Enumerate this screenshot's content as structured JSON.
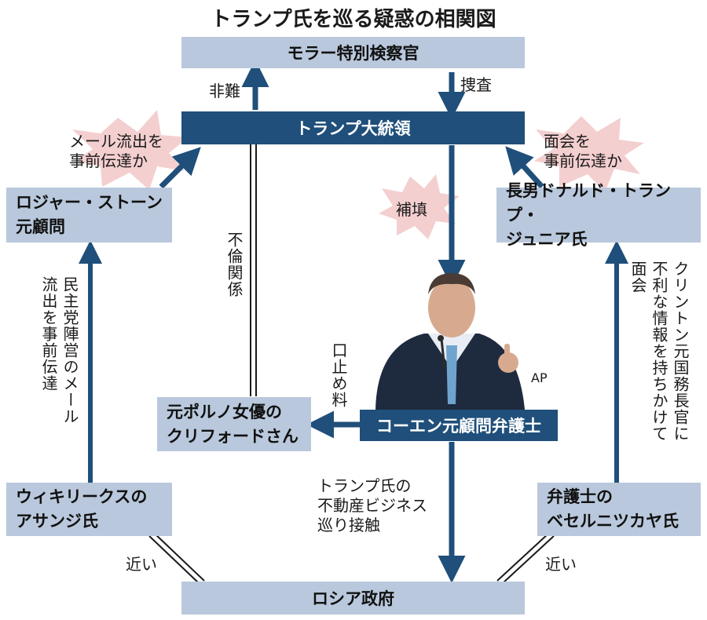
{
  "title": "トランプ氏を巡る疑惑の相関図",
  "nodes": {
    "mueller": "モラー特別検察官",
    "trump": "トランプ大統領",
    "stone": "ロジャー・ストーン\n元顧問",
    "junior": "長男ドナルド・トランプ・\nジュニア氏",
    "clifford": "元ポルノ女優の\nクリフォードさん",
    "cohen": "コーエン元顧問弁護士",
    "assange": "ウィキリークスの\nアサンジ氏",
    "veselnitskaya": "弁護士の\nベセルニツカヤ氏",
    "russia": "ロシア政府"
  },
  "edges": {
    "criticism": "非難",
    "investigation": "捜査",
    "email_leak_advance": "メール流出を\n事前伝達か",
    "meeting_advance": "面会を\n事前伝達か",
    "compensation": "補填",
    "affair": "不倫関係",
    "hush_money": "口止め料",
    "dnc_leak": "民主党陣営のメール\n流出を事前伝達",
    "clinton_meeting": "クリントン元国務長官に\n不利な情報を持ちかけて\n面会",
    "real_estate": "トランプ氏の\n不動産ビジネス\n巡り接触",
    "close_left": "近い",
    "close_right": "近い"
  },
  "photo_credit": "AP",
  "colors": {
    "box_light": "#b9c8dc",
    "box_dark": "#1f4f7a",
    "arrow": "#1f4f7a",
    "burst": "#f4cfcf"
  }
}
